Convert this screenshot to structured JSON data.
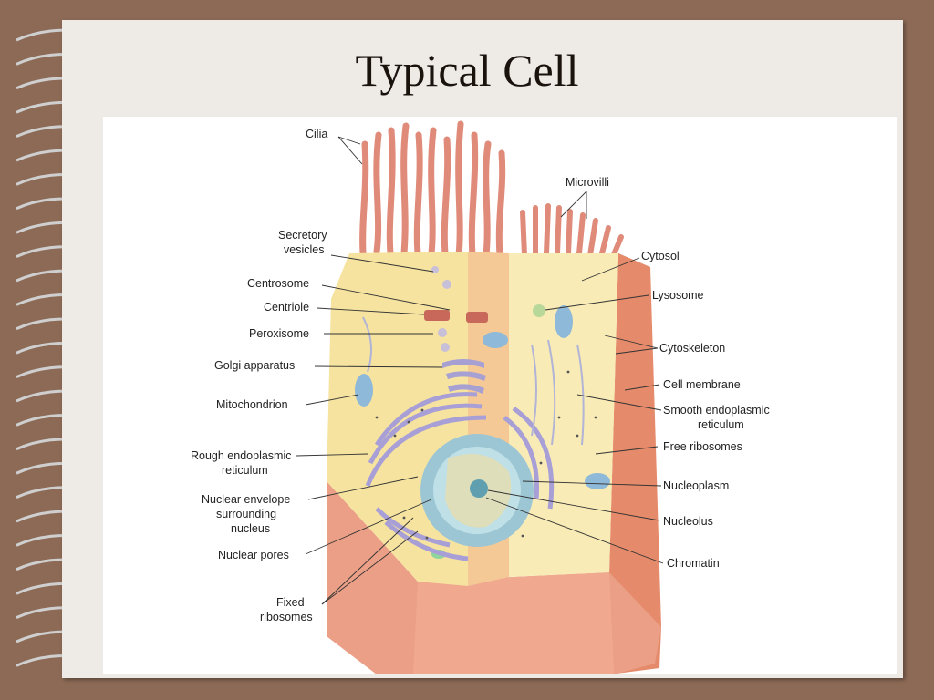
{
  "slide": {
    "title": "Typical Cell"
  },
  "labels_left": {
    "cilia": "Cilia",
    "secretory_1": "Secretory",
    "secretory_2": "vesicles",
    "centrosome": "Centrosome",
    "centriole": "Centriole",
    "peroxisome": "Peroxisome",
    "golgi": "Golgi apparatus",
    "mitochondrion": "Mitochondrion",
    "rough_er_1": "Rough endoplasmic",
    "rough_er_2": "reticulum",
    "nuclear_env_1": "Nuclear envelope",
    "nuclear_env_2": "surrounding",
    "nuclear_env_3": "nucleus",
    "nuclear_pores": "Nuclear pores",
    "fixed_1": "Fixed",
    "fixed_2": "ribosomes"
  },
  "labels_right": {
    "microvilli": "Microvilli",
    "cytosol": "Cytosol",
    "lysosome": "Lysosome",
    "cytoskeleton": "Cytoskeleton",
    "cell_membrane": "Cell membrane",
    "smooth_er_1": "Smooth endoplasmic",
    "smooth_er_2": "reticulum",
    "free_ribosomes": "Free ribosomes",
    "nucleoplasm": "Nucleoplasm",
    "nucleolus": "Nucleolus",
    "chromatin": "Chromatin"
  },
  "colors": {
    "background": "#8c6a56",
    "page": "#eeeae5",
    "cytoplasm": "#f7e6a6",
    "membrane": "#e9967a",
    "nucleus": "#a9cfd8",
    "er": "#b9b3dd"
  }
}
